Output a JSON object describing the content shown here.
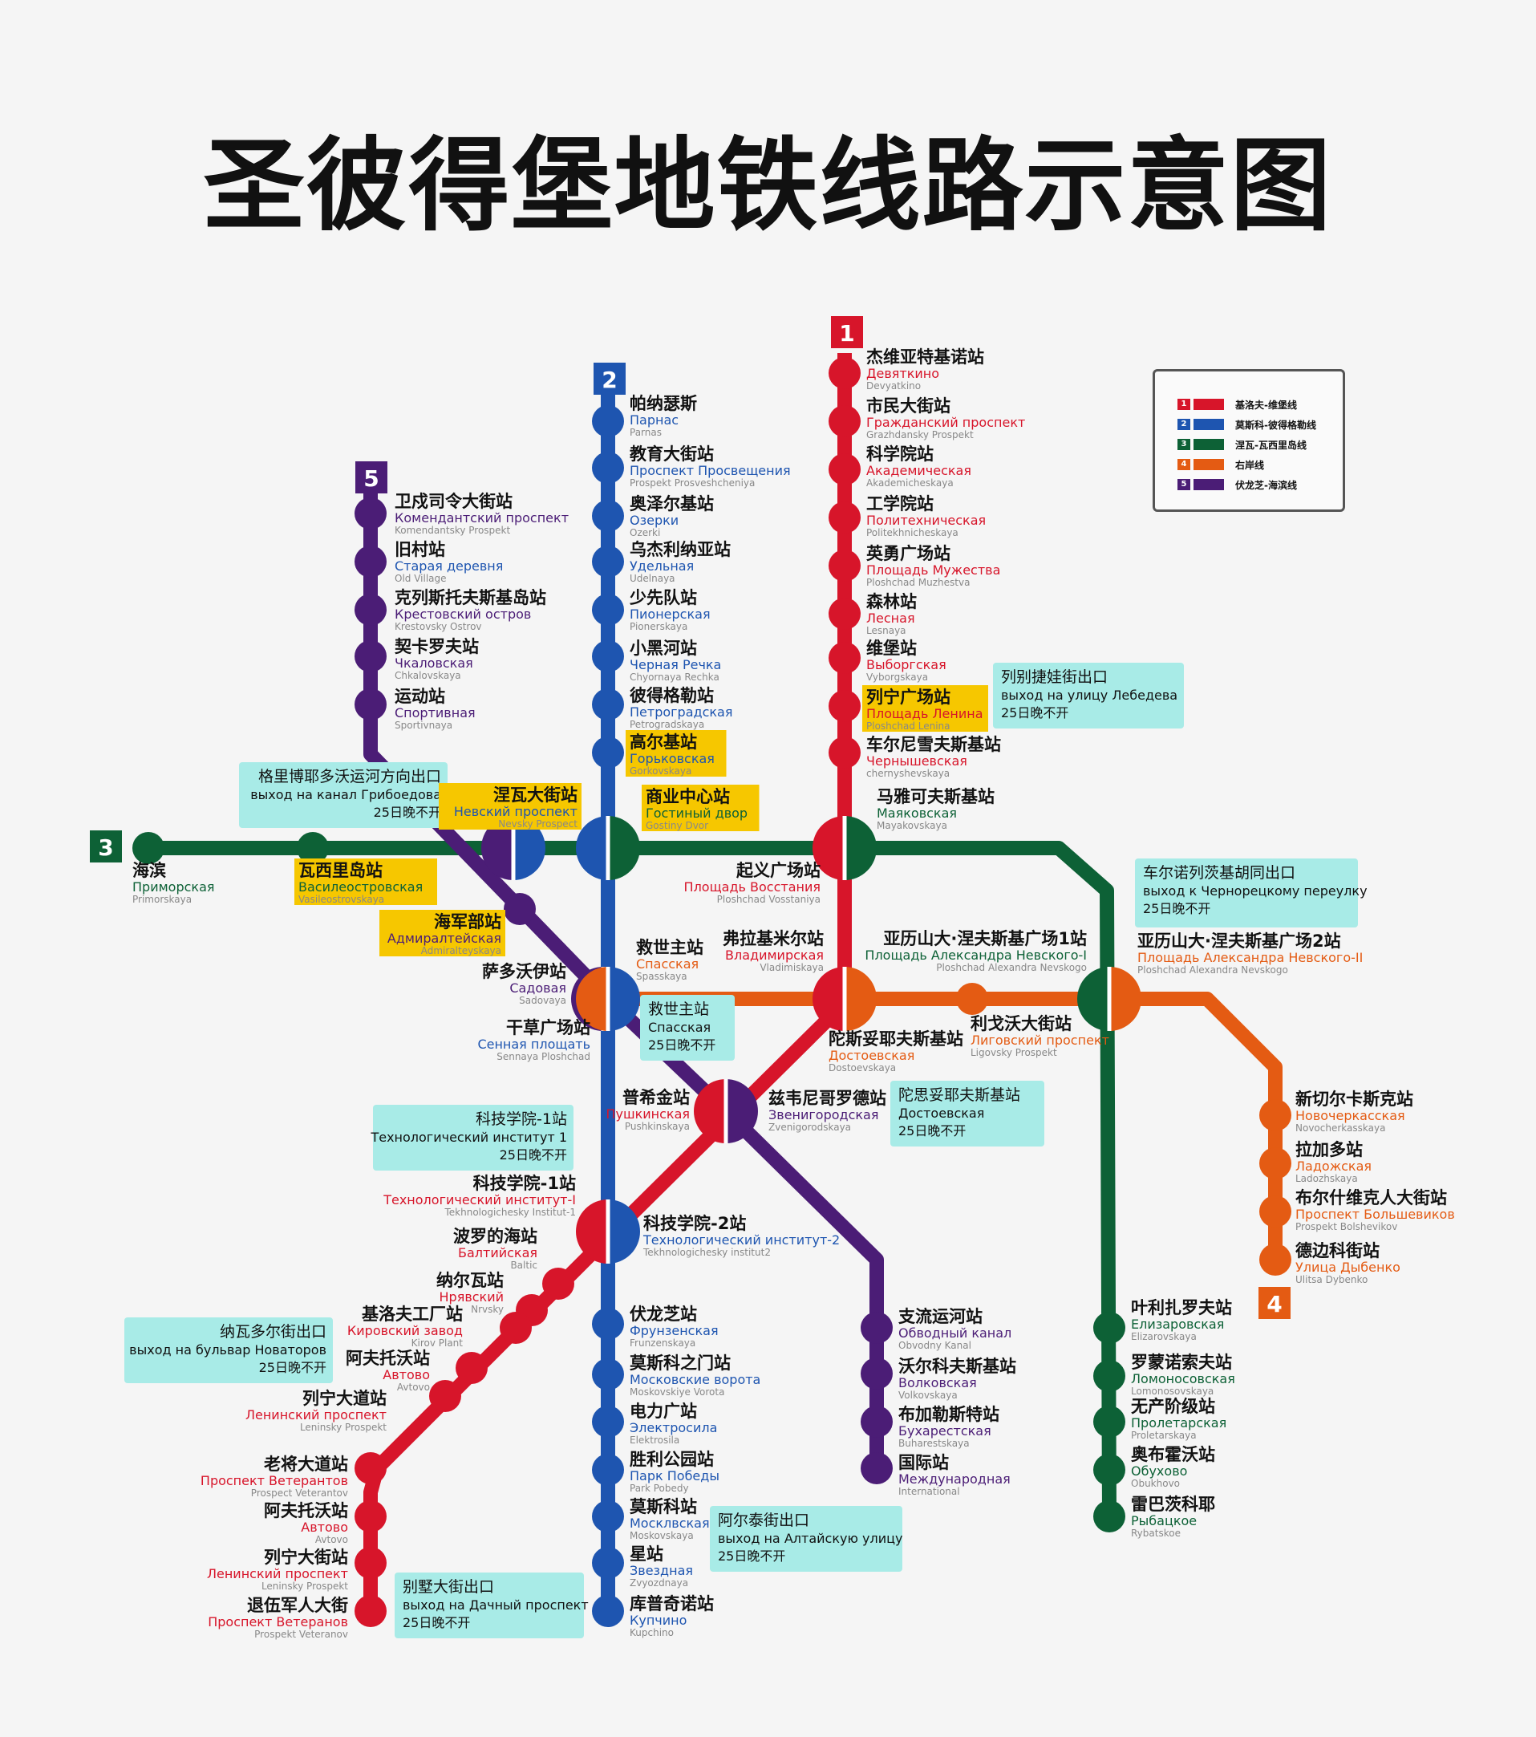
{
  "title": "圣彼得堡地铁线路示意图",
  "colors": {
    "line1": "#d7152a",
    "line2": "#1e55b0",
    "line3": "#0d6136",
    "line4": "#e45b13",
    "line5": "#4b1d76",
    "callout": "#a8ebe7",
    "highlight": "#f6c700"
  },
  "lines": [
    {
      "number": "1",
      "color": "#d7152a",
      "name": "基洛夫-维堡线"
    },
    {
      "number": "2",
      "color": "#1e55b0",
      "name": "莫斯科-彼得格勒线"
    },
    {
      "number": "3",
      "color": "#0d6136",
      "name": "涅瓦-瓦西里岛线"
    },
    {
      "number": "4",
      "color": "#e45b13",
      "name": "右岸线"
    },
    {
      "number": "5",
      "color": "#4b1d76",
      "name": "伏龙芝-海滨线"
    }
  ],
  "stations": [
    {
      "zh": "杰维亚特基诺站",
      "ru": "Девяткино",
      "lat": "Devyatkino",
      "c": "#d7152a"
    },
    {
      "zh": "市民大街站",
      "ru": "Гражданский проспект",
      "lat": "Grazhdansky Prospekt",
      "c": "#d7152a"
    },
    {
      "zh": "科学院站",
      "ru": "Академическая",
      "lat": "Akademicheskaya",
      "c": "#d7152a"
    },
    {
      "zh": "工学院站",
      "ru": "Политехническая",
      "lat": "Politekhnicheskaya",
      "c": "#d7152a"
    },
    {
      "zh": "英勇广场站",
      "ru": "Площадь Мужества",
      "lat": "Ploshchad Muzhestva",
      "c": "#d7152a"
    },
    {
      "zh": "森林站",
      "ru": "Лесная",
      "lat": "Lesnaya",
      "c": "#d7152a"
    },
    {
      "zh": "维堡站",
      "ru": "Выборгская",
      "lat": "Vyborgskaya",
      "c": "#d7152a"
    },
    {
      "zh": "列宁广场站",
      "ru": "Площадь Ленина",
      "lat": "Ploshchad Lenina",
      "c": "#d7152a",
      "hl": true
    },
    {
      "zh": "车尔尼雪夫斯基站",
      "ru": "Чернышевская",
      "lat": "chernyshevskaya",
      "c": "#d7152a"
    },
    {
      "zh": "马雅可夫斯基站",
      "ru": "Маяковская",
      "lat": "Mayakovskaya",
      "c": "#0d6136"
    },
    {
      "zh": "起义广场站",
      "ru": "Площадь Восстания",
      "lat": "Ploshchad Vosstaniya",
      "c": "#d7152a",
      "a": "end"
    },
    {
      "zh": "弗拉基米尔站",
      "ru": "Владимирская",
      "lat": "Vladimiskaya",
      "c": "#d7152a",
      "a": "end"
    },
    {
      "zh": "陀斯妥耶夫斯基站",
      "ru": "Достоевская",
      "lat": "Dostoevskaya",
      "c": "#e45b13"
    },
    {
      "zh": "普希金站",
      "ru": "Пушкинская",
      "lat": "Pushkinskaya",
      "c": "#d7152a",
      "a": "end"
    },
    {
      "zh": "科技学院-1站",
      "ru": "Технологический институт-I",
      "lat": "Tekhnologichesky Institut-1",
      "c": "#d7152a",
      "a": "end"
    },
    {
      "zh": "波罗的海站",
      "ru": "Балтийская",
      "lat": "Baltic",
      "c": "#d7152a",
      "a": "end"
    },
    {
      "zh": "纳尔瓦站",
      "ru": "Нрявский",
      "lat": "Nrvsky",
      "c": "#d7152a",
      "a": "end"
    },
    {
      "zh": "基洛夫工厂站",
      "ru": "Кировский завод",
      "lat": "Kirov Plant",
      "c": "#d7152a",
      "a": "end"
    },
    {
      "zh": "阿夫托沃站",
      "ru": "Автово",
      "lat": "Avtovo",
      "c": "#d7152a",
      "a": "end"
    },
    {
      "zh": "列宁大道站",
      "ru": "Ленинский проспект",
      "lat": "Leninsky Prospekt",
      "c": "#d7152a",
      "a": "end"
    },
    {
      "zh": "老将大道站",
      "ru": "Проспект Ветерантов",
      "lat": "Prospect Veterantov",
      "c": "#d7152a",
      "a": "end"
    },
    {
      "zh": "阿夫托沃站",
      "ru": "Автово",
      "lat": "Avtovo",
      "c": "#d7152a",
      "a": "end"
    },
    {
      "zh": "列宁大街站",
      "ru": "Ленинский проспект",
      "lat": "Leninsky Prospekt",
      "c": "#d7152a",
      "a": "end"
    },
    {
      "zh": "退伍军人大街",
      "ru": "Проспект Ветеранов",
      "lat": "Prospekt Veteranov",
      "c": "#d7152a",
      "a": "end"
    },
    {
      "zh": "帕纳瑟斯",
      "ru": "Парнас",
      "lat": "Parnas",
      "c": "#1e55b0"
    },
    {
      "zh": "教育大街站",
      "ru": "Проспект Просвещения",
      "lat": "Prospekt Prosveshcheniya",
      "c": "#1e55b0"
    },
    {
      "zh": "奥泽尔基站",
      "ru": "Озерки",
      "lat": "Ozerki",
      "c": "#1e55b0"
    },
    {
      "zh": "乌杰利纳亚站",
      "ru": "Удельная",
      "lat": "Udelnaya",
      "c": "#1e55b0"
    },
    {
      "zh": "少先队站",
      "ru": "Пионерская",
      "lat": "Pionerskaya",
      "c": "#1e55b0"
    },
    {
      "zh": "小黑河站",
      "ru": "Черная Речка",
      "lat": "Chyornaya Rechka",
      "c": "#1e55b0"
    },
    {
      "zh": "彼得格勒站",
      "ru": "Петроградская",
      "lat": "Petrogradskaya",
      "c": "#1e55b0"
    },
    {
      "zh": "高尔基站",
      "ru": "Горьковская",
      "lat": "Gorkovskaya",
      "c": "#1e55b0",
      "hl": true
    },
    {
      "zh": "商业中心站",
      "ru": "Гостиный двор",
      "lat": "Gostiny Dvor",
      "c": "#0d6136",
      "hl": true
    },
    {
      "zh": "涅瓦大街站",
      "ru": "Невский проспект",
      "lat": "Nevsky Prospect",
      "c": "#1e55b0",
      "hl": true,
      "a": "end"
    },
    {
      "zh": "救世主站",
      "ru": "Спасская",
      "lat": "Spasskaya",
      "c": "#e45b13"
    },
    {
      "zh": "萨多沃伊站",
      "ru": "Садовая",
      "lat": "Sadovaya",
      "c": "#4b1d76",
      "a": "end"
    },
    {
      "zh": "干草广场站",
      "ru": "Сенная площать",
      "lat": "Sennaya Ploshchad",
      "c": "#1e55b0",
      "a": "end"
    },
    {
      "zh": "科技学院-2站",
      "ru": "Технологический институт-2",
      "lat": "Tekhnologichesky institut2",
      "c": "#1e55b0"
    },
    {
      "zh": "伏龙芝站",
      "ru": "Фрунзенская",
      "lat": "Frunzenskaya",
      "c": "#1e55b0"
    },
    {
      "zh": "莫斯科之门站",
      "ru": "Московские ворота",
      "lat": "Moskovskiye Vorota",
      "c": "#1e55b0"
    },
    {
      "zh": "电力广站",
      "ru": "Электросила",
      "lat": "Elektrosila",
      "c": "#1e55b0"
    },
    {
      "zh": "胜利公园站",
      "ru": "Парк Победы",
      "lat": "Park Pobedy",
      "c": "#1e55b0"
    },
    {
      "zh": "莫斯科站",
      "ru": "Москлвская",
      "lat": "Moskovskaya",
      "c": "#1e55b0"
    },
    {
      "zh": "星站",
      "ru": "Звездная",
      "lat": "Zvyozdnaya",
      "c": "#1e55b0"
    },
    {
      "zh": "库普奇诺站",
      "ru": "Купчино",
      "lat": "Kupchino",
      "c": "#1e55b0"
    },
    {
      "zh": "海滨",
      "ru": "Приморская",
      "lat": "Primorskaya",
      "c": "#0d6136"
    },
    {
      "zh": "瓦西里岛站",
      "ru": "Василеостровская",
      "lat": "Vasileostrovskaya",
      "c": "#0d6136",
      "hl": true
    },
    {
      "zh": "亚历山大·涅夫斯基广场1站",
      "ru": "Площадь Александра Невского-I",
      "lat": "Ploshchad Alexandra Nevskogo",
      "c": "#0d6136",
      "a": "end"
    },
    {
      "zh": "亚历山大·涅夫斯基广场2站",
      "ru": "Площадь Александра Невского-II",
      "lat": "Ploshchad Alexandra Nevskogo",
      "c": "#e45b13"
    },
    {
      "zh": "叶利扎罗夫站",
      "ru": "Елизаровская",
      "lat": "Elizarovskaya",
      "c": "#0d6136"
    },
    {
      "zh": "罗蒙诺索夫站",
      "ru": "Ломоносовская",
      "lat": "Lomonosovskaya",
      "c": "#0d6136"
    },
    {
      "zh": "无产阶级站",
      "ru": "Пролетарская",
      "lat": "Proletarskaya",
      "c": "#0d6136"
    },
    {
      "zh": "奥布霍沃站",
      "ru": "Обухово",
      "lat": "Obukhovo",
      "c": "#0d6136"
    },
    {
      "zh": "雷巴茨科耶",
      "ru": "Рыбацкое",
      "lat": "Rybatskoe",
      "c": "#0d6136"
    },
    {
      "zh": "利戈沃大街站",
      "ru": "Лиговский проспект",
      "lat": "Ligovsky Prospekt",
      "c": "#e45b13"
    },
    {
      "zh": "新切尔卡斯克站",
      "ru": "Новочеркасская",
      "lat": "Novocherkasskaya",
      "c": "#e45b13"
    },
    {
      "zh": "拉加多站",
      "ru": "Ладожская",
      "lat": "Ladozhskaya",
      "c": "#e45b13"
    },
    {
      "zh": "布尔什维克人大街站",
      "ru": "Проспект Большевиков",
      "lat": "Prospekt Bolshevikov",
      "c": "#e45b13"
    },
    {
      "zh": "德边科街站",
      "ru": "Улица Дыбенко",
      "lat": "Ulitsa Dybenko",
      "c": "#e45b13"
    },
    {
      "zh": "卫戍司令大街站",
      "ru": "Комендантский проспект",
      "lat": "Komendantsky Prospekt",
      "c": "#4b1d76"
    },
    {
      "zh": "旧村站",
      "ru": "Старая деревня",
      "lat": "Old Village",
      "c": "#1e55b0"
    },
    {
      "zh": "克列斯托夫斯基岛站",
      "ru": "Крестовский остров",
      "lat": "Krestovsky Ostrov",
      "c": "#4b1d76"
    },
    {
      "zh": "契卡罗夫站",
      "ru": "Чкаловская",
      "lat": "Chkalovskaya",
      "c": "#4b1d76"
    },
    {
      "zh": "运动站",
      "ru": "Спортивная",
      "lat": "Sportivnaya",
      "c": "#4b1d76"
    },
    {
      "zh": "海军部站",
      "ru": "Адмиралтейская",
      "lat": "Admiralteyskaya",
      "c": "#4b1d76",
      "hl": true,
      "a": "end"
    },
    {
      "zh": "兹韦尼哥罗德站",
      "ru": "Звенигородская",
      "lat": "Zvenigorodskaya",
      "c": "#4b1d76"
    },
    {
      "zh": "支流运河站",
      "ru": "Обводный канал",
      "lat": "Obvodny Kanal",
      "c": "#4b1d76"
    },
    {
      "zh": "沃尔科夫斯基站",
      "ru": "Волковская",
      "lat": "Volkovskaya",
      "c": "#4b1d76"
    },
    {
      "zh": "布加勒斯特站",
      "ru": "Бухарестская",
      "lat": "Buharestskaya",
      "c": "#4b1d76"
    },
    {
      "zh": "国际站",
      "ru": "Международная",
      "lat": "International",
      "c": "#4b1d76"
    }
  ],
  "callouts": [
    {
      "lines": [
        "列别捷娃街出口",
        "выход на улицу Лебедева",
        "25日晚不开"
      ]
    },
    {
      "lines": [
        "格里博耶多沃运河方向出口",
        "выход на канал Грибоедова",
        "25日晚不开"
      ],
      "a": "end"
    },
    {
      "lines": [
        "车尔诺列茨基胡同出口",
        "выход к Чернорецкому переулку",
        "25日晚不开"
      ]
    },
    {
      "lines": [
        "救世主站",
        "Спасская",
        "25日晚不开"
      ]
    },
    {
      "lines": [
        "陀思妥耶夫斯基站",
        "Достоевская",
        "25日晚不开"
      ]
    },
    {
      "lines": [
        "科技学院-1站",
        "Технологический институт 1",
        "25日晚不开"
      ],
      "a": "end"
    },
    {
      "lines": [
        "纳瓦多尔街出口",
        "выход на бульвар Новаторов",
        "25日晚不开"
      ],
      "a": "end"
    },
    {
      "lines": [
        "阿尔泰街出口",
        "выход на Алтайскую улицу",
        "25日晚不开"
      ]
    },
    {
      "lines": [
        "别墅大街出口",
        "выход на Дачный проспект",
        "25日晚不开"
      ]
    }
  ]
}
